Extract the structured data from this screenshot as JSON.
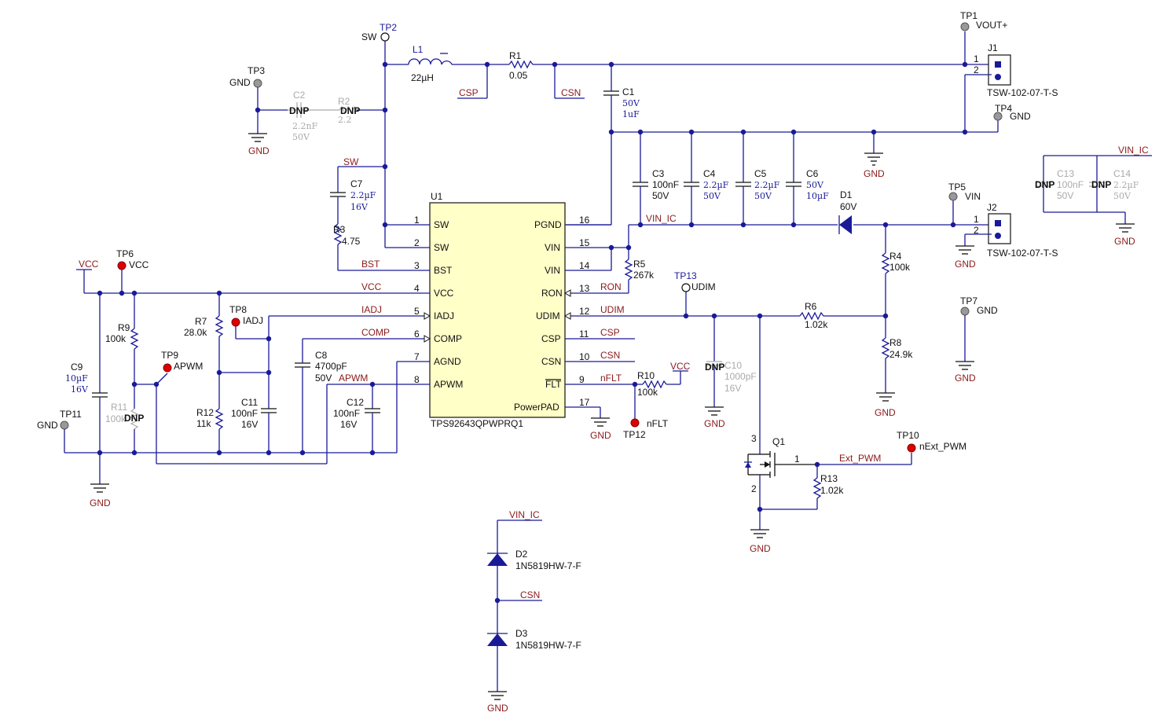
{
  "ic": {
    "ref": "U1",
    "part": "TPS92643QPWPRQ1",
    "left_pins": [
      {
        "num": "1",
        "name": "SW"
      },
      {
        "num": "2",
        "name": "SW"
      },
      {
        "num": "3",
        "name": "BST"
      },
      {
        "num": "4",
        "name": "VCC"
      },
      {
        "num": "5",
        "name": "IADJ"
      },
      {
        "num": "6",
        "name": "COMP"
      },
      {
        "num": "7",
        "name": "AGND"
      },
      {
        "num": "8",
        "name": "APWM"
      }
    ],
    "right_pins": [
      {
        "num": "16",
        "name": "PGND"
      },
      {
        "num": "15",
        "name": "VIN"
      },
      {
        "num": "14",
        "name": "VIN"
      },
      {
        "num": "13",
        "name": "RON"
      },
      {
        "num": "12",
        "name": "UDIM"
      },
      {
        "num": "11",
        "name": "CSP"
      },
      {
        "num": "10",
        "name": "CSN"
      },
      {
        "num": "9",
        "name": "FLT"
      },
      {
        "num": "17",
        "name": "PowerPAD"
      }
    ]
  },
  "nets": {
    "sw": "SW",
    "csp": "CSP",
    "csn": "CSN",
    "bst": "BST",
    "vcc": "VCC",
    "iadj": "IADJ",
    "comp": "COMP",
    "apwm": "APWM",
    "vin_ic": "VIN_IC",
    "ron": "RON",
    "udim": "UDIM",
    "nflt": "nFLT",
    "ext_pwm": "Ext_PWM",
    "gnd": "GND"
  },
  "components": {
    "L1": {
      "ref": "L1",
      "value": "22µH"
    },
    "R1": {
      "ref": "R1",
      "value": "0.05"
    },
    "C1": {
      "ref": "C1",
      "v": "50V",
      "c": "1uF"
    },
    "C2": {
      "ref": "C2",
      "dnp": "DNP",
      "c": "2.2nF",
      "v": "50V"
    },
    "R2": {
      "ref": "R2",
      "dnp": "DNP",
      "value": "2.2"
    },
    "C3": {
      "ref": "C3",
      "c": "100nF",
      "v": "50V"
    },
    "C4": {
      "ref": "C4",
      "c": "2.2µF",
      "v": "50V"
    },
    "C5": {
      "ref": "C5",
      "c": "2.2µF",
      "v": "50V"
    },
    "C6": {
      "ref": "C6",
      "v": "50V",
      "c": "10µF"
    },
    "C7": {
      "ref": "C7",
      "c": "2.2µF",
      "v": "16V"
    },
    "R3": {
      "ref": "R3",
      "value": "4.75"
    },
    "D1": {
      "ref": "D1",
      "value": "60V"
    },
    "R4": {
      "ref": "R4",
      "value": "100k"
    },
    "R5": {
      "ref": "R5",
      "value": "267k"
    },
    "R6": {
      "ref": "R6",
      "value": "1.02k"
    },
    "R7": {
      "ref": "R7",
      "value": "28.0k"
    },
    "R8": {
      "ref": "R8",
      "value": "24.9k"
    },
    "R9": {
      "ref": "R9",
      "value": "100k"
    },
    "R10": {
      "ref": "R10",
      "value": "100k"
    },
    "R11": {
      "ref": "R11",
      "dnp": "DNP",
      "value": "100k"
    },
    "R12": {
      "ref": "R12",
      "value": "11k"
    },
    "R13": {
      "ref": "R13",
      "value": "1.02k"
    },
    "C8": {
      "ref": "C8",
      "c": "4700pF",
      "v": "50V"
    },
    "C9": {
      "ref": "C9",
      "c": "10µF",
      "v": "16V"
    },
    "C10": {
      "ref": "C10",
      "dnp": "DNP",
      "c": "1000pF",
      "v": "16V"
    },
    "C11": {
      "ref": "C11",
      "c": "100nF",
      "v": "16V"
    },
    "C12": {
      "ref": "C12",
      "c": "100nF",
      "v": "16V"
    },
    "C13": {
      "ref": "C13",
      "dnp": "DNP",
      "c": "100nF",
      "v": "50V"
    },
    "C14": {
      "ref": "C14",
      "dnp": "DNP",
      "c": "2.2µF",
      "v": "50V"
    },
    "Q1": {
      "ref": "Q1",
      "p1": "1",
      "p2": "2",
      "p3": "3"
    },
    "D2": {
      "ref": "D2",
      "value": "1N5819HW-7-F"
    },
    "D3": {
      "ref": "D3",
      "value": "1N5819HW-7-F"
    },
    "J1": {
      "ref": "J1",
      "part": "TSW-102-07-T-S",
      "p1": "1",
      "p2": "2"
    },
    "J2": {
      "ref": "J2",
      "part": "TSW-102-07-T-S",
      "p1": "1",
      "p2": "2"
    }
  },
  "testpoints": {
    "TP1": {
      "ref": "TP1",
      "label": "VOUT+"
    },
    "TP2": {
      "ref": "TP2",
      "label": "SW"
    },
    "TP3": {
      "ref": "TP3",
      "label": "GND"
    },
    "TP4": {
      "ref": "TP4",
      "label": "GND"
    },
    "TP5": {
      "ref": "TP5",
      "label": "VIN"
    },
    "TP6": {
      "ref": "TP6",
      "label": "VCC"
    },
    "TP7": {
      "ref": "TP7",
      "label": "GND"
    },
    "TP8": {
      "ref": "TP8",
      "label": "IADJ"
    },
    "TP9": {
      "ref": "TP9",
      "label": "APWM"
    },
    "TP10": {
      "ref": "TP10",
      "label": "nExt_PWM"
    },
    "TP11": {
      "ref": "TP11",
      "label": "GND"
    },
    "TP12": {
      "ref": "TP12",
      "label": "nFLT"
    },
    "TP13": {
      "ref": "TP13",
      "label": "UDIM"
    }
  },
  "colors": {
    "wire": "#1a1a99",
    "net": "#8b1a1a",
    "dnp": "#aaaaaa",
    "tp_red": "#dd0000",
    "tp_gray": "#999999"
  }
}
